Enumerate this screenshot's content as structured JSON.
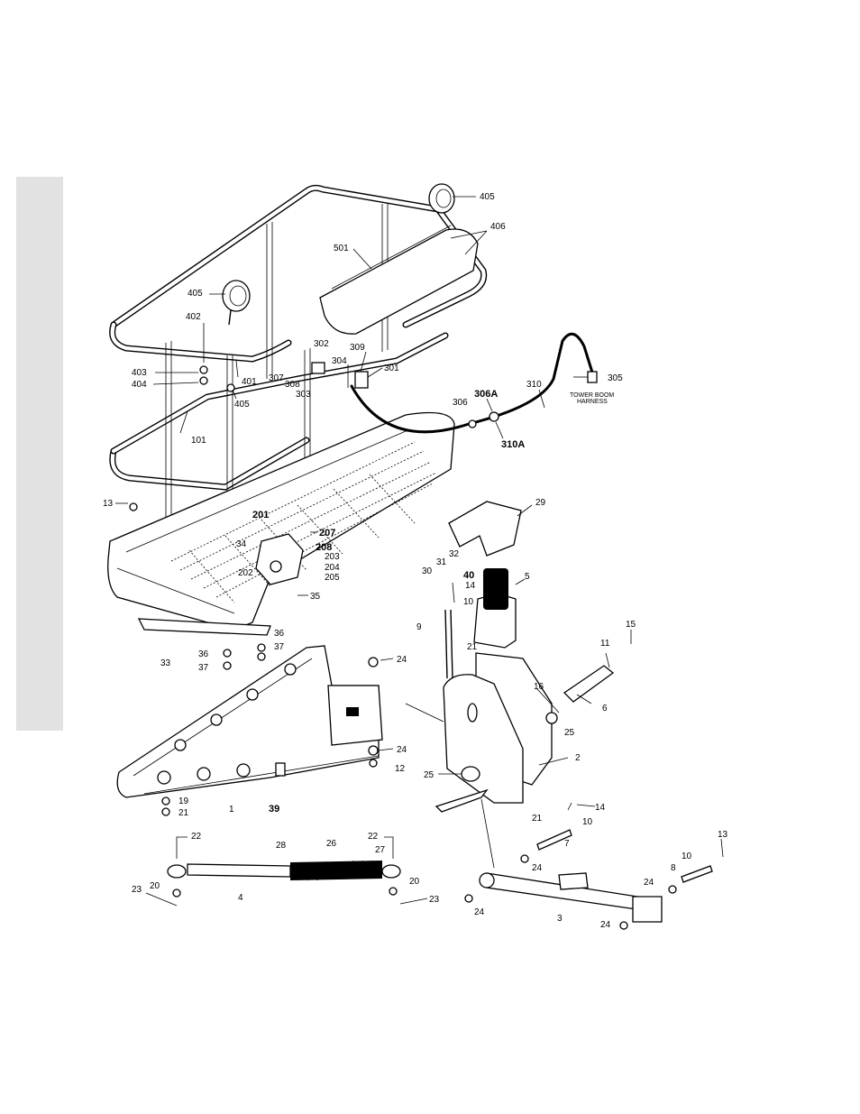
{
  "colors": {
    "ink": "#000000",
    "paper": "#ffffff",
    "side_tab": "#e2e2e2"
  },
  "harness_label": [
    "TOWER BOOM",
    "HARNESS"
  ],
  "callouts": [
    {
      "id": "c405a",
      "text": "405"
    },
    {
      "id": "c406",
      "text": "406"
    },
    {
      "id": "c501",
      "text": "501"
    },
    {
      "id": "c405b",
      "text": "405"
    },
    {
      "id": "c402",
      "text": "402"
    },
    {
      "id": "c403",
      "text": "403"
    },
    {
      "id": "c404",
      "text": "404"
    },
    {
      "id": "c401",
      "text": "401"
    },
    {
      "id": "c405c",
      "text": "405"
    },
    {
      "id": "c302",
      "text": "302"
    },
    {
      "id": "c309",
      "text": "309"
    },
    {
      "id": "c304",
      "text": "304"
    },
    {
      "id": "c301",
      "text": "301"
    },
    {
      "id": "c307",
      "text": "307"
    },
    {
      "id": "c308",
      "text": "308"
    },
    {
      "id": "c303",
      "text": "303"
    },
    {
      "id": "c305",
      "text": "305"
    },
    {
      "id": "c310",
      "text": "310"
    },
    {
      "id": "c306A",
      "text": "306A"
    },
    {
      "id": "c306",
      "text": "306"
    },
    {
      "id": "c310A",
      "text": "310A"
    },
    {
      "id": "c101",
      "text": "101"
    },
    {
      "id": "c13a",
      "text": "13"
    },
    {
      "id": "c201",
      "text": "201"
    },
    {
      "id": "c207",
      "text": "207"
    },
    {
      "id": "c208",
      "text": "208"
    },
    {
      "id": "c34",
      "text": "34"
    },
    {
      "id": "c202",
      "text": "202"
    },
    {
      "id": "c203",
      "text": "203"
    },
    {
      "id": "c204",
      "text": "204"
    },
    {
      "id": "c205",
      "text": "205"
    },
    {
      "id": "c35",
      "text": "35"
    },
    {
      "id": "c29",
      "text": "29"
    },
    {
      "id": "c32",
      "text": "32"
    },
    {
      "id": "c31",
      "text": "31"
    },
    {
      "id": "c30",
      "text": "30"
    },
    {
      "id": "c40",
      "text": "40"
    },
    {
      "id": "c5",
      "text": "5"
    },
    {
      "id": "c14a",
      "text": "14"
    },
    {
      "id": "c10a",
      "text": "10"
    },
    {
      "id": "c9",
      "text": "9"
    },
    {
      "id": "c21a",
      "text": "21"
    },
    {
      "id": "c15",
      "text": "15"
    },
    {
      "id": "c11",
      "text": "11"
    },
    {
      "id": "c36a",
      "text": "36"
    },
    {
      "id": "c33",
      "text": "33"
    },
    {
      "id": "c36b",
      "text": "36"
    },
    {
      "id": "c37a",
      "text": "37"
    },
    {
      "id": "c37b",
      "text": "37"
    },
    {
      "id": "c24a",
      "text": "24"
    },
    {
      "id": "c16",
      "text": "16"
    },
    {
      "id": "c6",
      "text": "6"
    },
    {
      "id": "c25a",
      "text": "25"
    },
    {
      "id": "c2",
      "text": "2"
    },
    {
      "id": "c24b",
      "text": "24"
    },
    {
      "id": "c12",
      "text": "12"
    },
    {
      "id": "c25b",
      "text": "25"
    },
    {
      "id": "c19",
      "text": "19"
    },
    {
      "id": "c21b",
      "text": "21"
    },
    {
      "id": "c1",
      "text": "1"
    },
    {
      "id": "c39",
      "text": "39"
    },
    {
      "id": "c14b",
      "text": "14"
    },
    {
      "id": "c21c",
      "text": "21"
    },
    {
      "id": "c10b",
      "text": "10"
    },
    {
      "id": "c7",
      "text": "7"
    },
    {
      "id": "c13b",
      "text": "13"
    },
    {
      "id": "c22a",
      "text": "22"
    },
    {
      "id": "c28",
      "text": "28"
    },
    {
      "id": "c26",
      "text": "26"
    },
    {
      "id": "c22b",
      "text": "22"
    },
    {
      "id": "c27",
      "text": "27"
    },
    {
      "id": "c24c",
      "text": "24"
    },
    {
      "id": "c10c",
      "text": "10"
    },
    {
      "id": "c8",
      "text": "8"
    },
    {
      "id": "c20a",
      "text": "20"
    },
    {
      "id": "c20b",
      "text": "20"
    },
    {
      "id": "c23a",
      "text": "23"
    },
    {
      "id": "c4",
      "text": "4"
    },
    {
      "id": "c23b",
      "text": "23"
    },
    {
      "id": "c24d",
      "text": "24"
    },
    {
      "id": "c24e",
      "text": "24"
    },
    {
      "id": "c3",
      "text": "3"
    },
    {
      "id": "c24f",
      "text": "24"
    }
  ]
}
